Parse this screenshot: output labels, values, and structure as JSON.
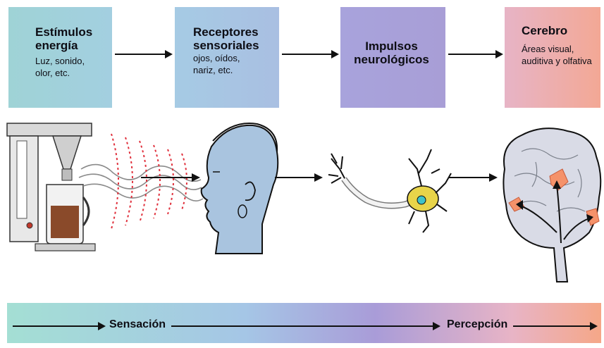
{
  "boxes": [
    {
      "title": "Estímulos\nenergía",
      "sub": "Luz, sonido,\nolor, etc."
    },
    {
      "title": "Receptores\nsensoriales",
      "sub": "ojos, oídos,\nnariz, etc."
    },
    {
      "title": "Impulsos\nneurológicos",
      "sub": ""
    },
    {
      "title": "Cerebro",
      "sub": "Áreas visual,\nauditiva y olfativa"
    }
  ],
  "band": {
    "left_label": "Sensación",
    "right_label": "Percepción"
  },
  "icons": [
    "coffee-maker-icon",
    "head-profile-icon",
    "neuron-icon",
    "brain-icon"
  ],
  "colors": {
    "box1": "#9fd3d6",
    "box2": "#a6cbe4",
    "box3": "#a8a3dc",
    "box4": "#f3a895",
    "sound_wave": "#e0303c",
    "brain_area": "#f5926a"
  }
}
